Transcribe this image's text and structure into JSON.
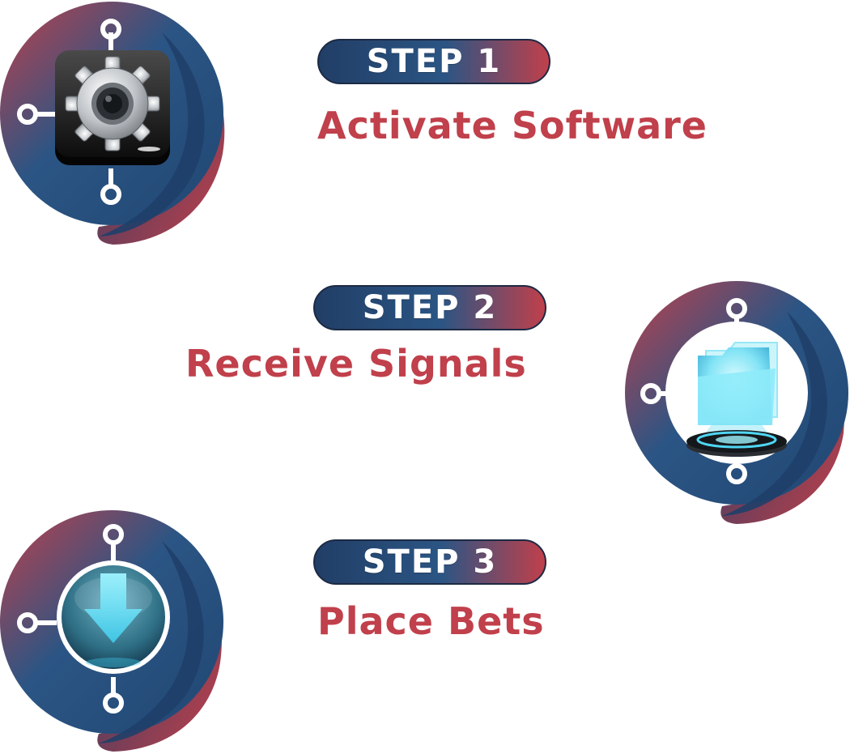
{
  "colors": {
    "red": "#c0404b",
    "blue": "#2b5584",
    "navy": "#1d2a44",
    "title": "#c0404b",
    "white": "#ffffff",
    "icon_cyan": "#7fe3f5"
  },
  "steps": [
    {
      "badge": "STEP 1",
      "title": "Activate Software",
      "icon": "gear-icon"
    },
    {
      "badge": "STEP 2",
      "title": "Receive Signals",
      "icon": "hologram-folder-icon"
    },
    {
      "badge": "STEP 3",
      "title": "Place Bets",
      "icon": "download-arrow-icon"
    }
  ]
}
